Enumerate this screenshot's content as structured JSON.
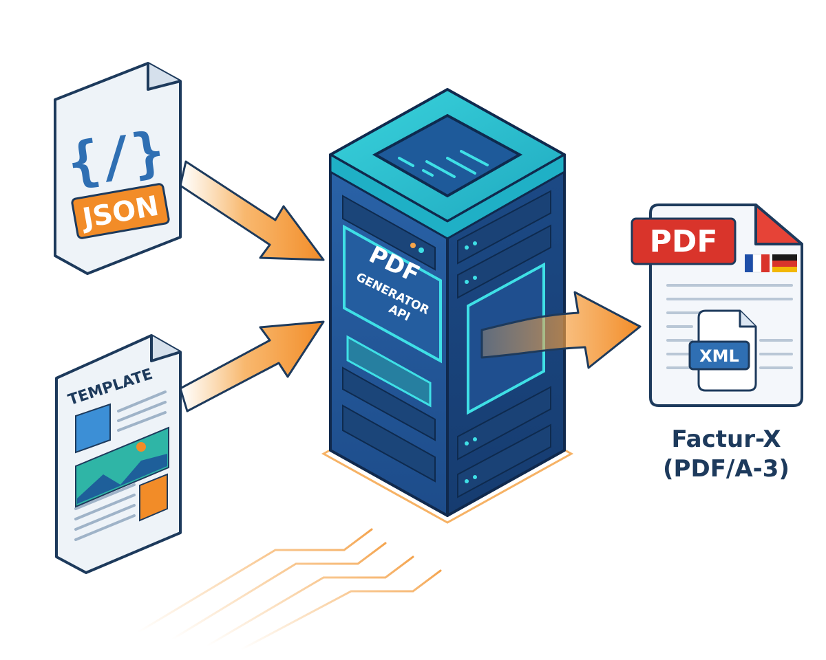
{
  "inputs": {
    "json_doc": {
      "code_glyph": "{/}",
      "badge": "JSON"
    },
    "template_doc": {
      "title": "TEMPLATE"
    }
  },
  "server": {
    "line1": "PDF",
    "line2": "GENERATOR",
    "line3": "API"
  },
  "output": {
    "pdf_badge": "PDF",
    "xml_badge": "XML",
    "flags": [
      "fr-flag-icon",
      "de-flag-icon"
    ],
    "caption_line1": "Factur-X",
    "caption_line2": "(PDF/A-3)"
  },
  "colors": {
    "accent_orange": "#f28c28",
    "server_blue": "#1f4f8f",
    "server_dark": "#173d73",
    "server_cyan": "#27c1d0",
    "pdf_red": "#d9342b",
    "xml_blue": "#2f6fb3",
    "outline": "#1d3a5c"
  }
}
